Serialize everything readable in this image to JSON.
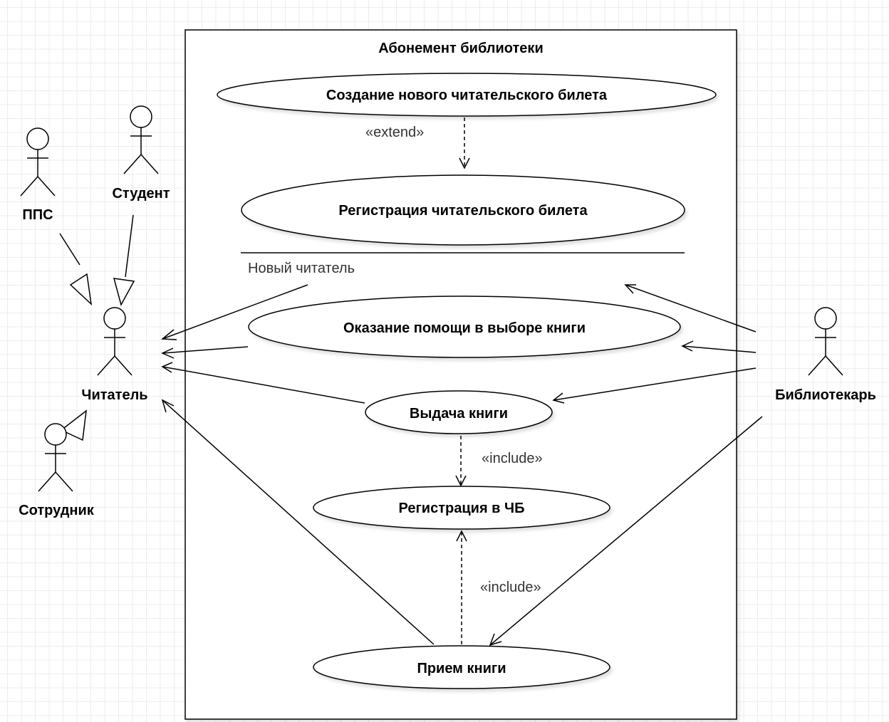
{
  "diagram": {
    "boundary_title": "Абонемент библиотеки",
    "use_cases": {
      "new_ticket": "Создание нового читательского билета",
      "register_ticket": "Регистрация читательского билета",
      "help_choice": "Оказание помощи в выборе книги",
      "issue_book": "Выдача книги",
      "register_chb": "Регистрация в ЧБ",
      "receive_book": "Прием книги"
    },
    "actors": {
      "pps": "ППС",
      "student": "Студент",
      "reader": "Читатель",
      "employee": "Сотрудник",
      "librarian": "Библиотекарь"
    },
    "labels": {
      "extend": "«extend»",
      "include1": "«include»",
      "include2": "«include»",
      "new_reader": "Новый читатель"
    }
  }
}
